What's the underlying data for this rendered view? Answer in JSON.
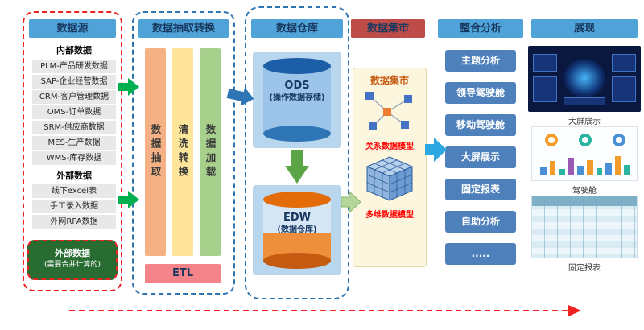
{
  "datasource": {
    "header": "数据源",
    "group1_label": "内部数据",
    "group1_items": [
      "PLM-产品研发数据",
      "SAP-企业经营数据",
      "CRM-客户管理数据",
      "OMS-订单数据",
      "SRM-供应商数据",
      "MES-生产数据",
      "WMS-库存数据"
    ],
    "group2_label": "外部数据",
    "group2_items": [
      "线下excel表",
      "手工录入数据",
      "外网RPA数据"
    ],
    "special_line1": "外部数据",
    "special_line2": "(需要合并计算的)"
  },
  "etl": {
    "header": "数据抽取转换",
    "bar1": "数据抽取",
    "bar2": "清洗转换",
    "bar3": "数据加载",
    "label": "ETL"
  },
  "warehouse": {
    "header": "数据仓库",
    "ods_title": "ODS",
    "ods_subtitle": "(操作数据存储)",
    "edw_title": "EDW",
    "edw_subtitle": "(数据仓库)"
  },
  "datamart": {
    "header": "数据集市",
    "title": "数据集市",
    "relational_label": "关系数据模型",
    "multidim_label": "多维数据模型"
  },
  "analysis": {
    "header": "整合分析",
    "buttons": [
      "主题分析",
      "领导驾驶舱",
      "移动驾驶舱",
      "大屏展示",
      "固定报表",
      "自助分析",
      "....."
    ]
  },
  "presentation": {
    "header": "展现",
    "label1": "大屏展示",
    "label2": "驾驶舱",
    "label3": "固定报表"
  },
  "colors": {
    "header_blue": "#4FA3D9",
    "header_red": "#BE4C48",
    "header_text": "#17375E",
    "etl_bar_orange": "#F5B183",
    "etl_bar_yellow": "#FFE599",
    "etl_bar_green": "#A8D08D",
    "etl_label_pink": "#F4838A",
    "cylinder_blue_dark": "#1C5FA8",
    "cylinder_blue_light": "#9CC3E8",
    "cylinder_orange": "#E36C09",
    "container_blue": "#B8D6EE",
    "button_blue": "#4E80BC",
    "special_green": "#286C32",
    "datamart_bg": "#FCF6DE",
    "model_label_red": "#FF0000",
    "arrow_green": "#00B050",
    "arrow_blue": "#2E75B6",
    "arrow_cyan": "#2EA8E0",
    "dashed_red": "#EE2222"
  }
}
